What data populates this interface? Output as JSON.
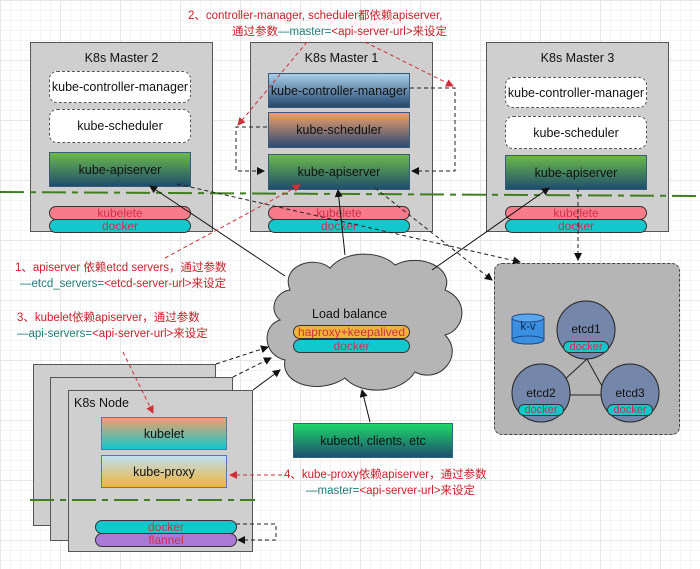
{
  "masters": [
    {
      "title": "K8s Master 2",
      "controller": "kube-controller-manager",
      "scheduler": "kube-scheduler",
      "apiserver": "kube-apiserver",
      "kubelet": "kubelete",
      "docker": "docker"
    },
    {
      "title": "K8s Master 1",
      "controller": "kube-controller-manager",
      "scheduler": "kube-scheduler",
      "apiserver": "kube-apiserver",
      "kubelet": "kubelete",
      "docker": "docker"
    },
    {
      "title": "K8s Master 3",
      "controller": "kube-controller-manager",
      "scheduler": "kube-scheduler",
      "apiserver": "kube-apiserver",
      "kubelet": "kubelete",
      "docker": "docker"
    }
  ],
  "load_balancer": {
    "title": "Load balance",
    "proxy": "haproxy+keepalived",
    "docker": "docker"
  },
  "etcd_cluster": {
    "kv_label": "k-v",
    "nodes": [
      {
        "name": "etcd1",
        "docker": "docker"
      },
      {
        "name": "etcd2",
        "docker": "docker"
      },
      {
        "name": "etcd3",
        "docker": "docker"
      }
    ]
  },
  "node": {
    "title": "K8s Node",
    "kubelet": "kubelet",
    "proxy": "kube-proxy",
    "docker": "docker",
    "flannel": "flannel"
  },
  "clients": {
    "label": "kubectl, clients, etc"
  },
  "notes": {
    "n2_line1": "2、controller-manager, scheduler都依赖apiserver,",
    "n2_line2_pre": "通过参数",
    "n2_line2_flag": "—master=",
    "n2_line2_post": "<api-server-url>来设定",
    "n1_line1": "1、apiserver 依赖etcd servers，通过参数",
    "n1_line2_flag": "—etcd_servers=",
    "n1_line2_post": "<etcd-server-url>来设定",
    "n3_line1": "3、kubelet依赖apiserver，通过参数",
    "n3_line2_flag": "—api-servers=",
    "n3_line2_post": "<api-server-url>来设定",
    "n4_line1": "4、kube-proxy依赖apiserver，通过参数",
    "n4_line2_flag": "—master=",
    "n4_line2_post": "<api-server-url>来设定"
  }
}
